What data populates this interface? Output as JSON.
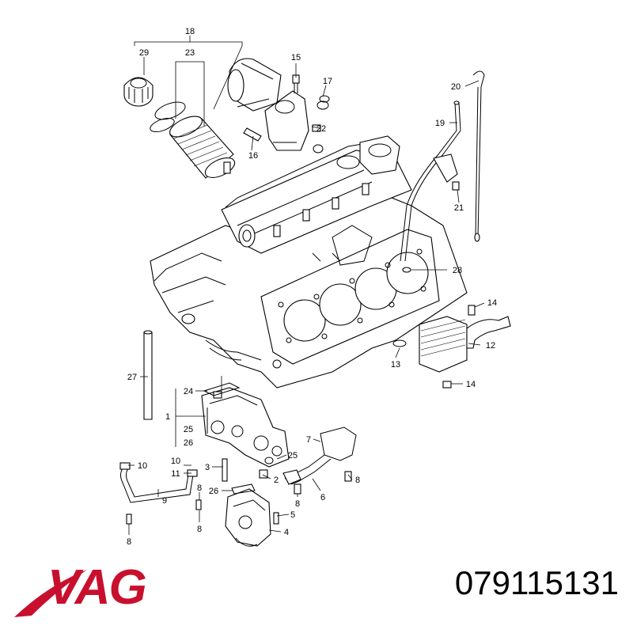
{
  "brand": {
    "name": "VAG",
    "color": "#c8102e"
  },
  "part_number": "079115131",
  "callouts": [
    {
      "id": "c18",
      "text": "18"
    },
    {
      "id": "c29",
      "text": "29"
    },
    {
      "id": "c23",
      "text": "23"
    },
    {
      "id": "c15",
      "text": "15"
    },
    {
      "id": "c17",
      "text": "17"
    },
    {
      "id": "c22",
      "text": "22"
    },
    {
      "id": "c16",
      "text": "16"
    },
    {
      "id": "c20",
      "text": "20"
    },
    {
      "id": "c19",
      "text": "19"
    },
    {
      "id": "c21",
      "text": "21"
    },
    {
      "id": "c28",
      "text": "28"
    },
    {
      "id": "c14a",
      "text": "14"
    },
    {
      "id": "c12",
      "text": "12"
    },
    {
      "id": "c13",
      "text": "13"
    },
    {
      "id": "c14b",
      "text": "14"
    },
    {
      "id": "c27",
      "text": "27"
    },
    {
      "id": "c24",
      "text": "24"
    },
    {
      "id": "c1",
      "text": "1"
    },
    {
      "id": "c25a",
      "text": "25"
    },
    {
      "id": "c26a",
      "text": "26"
    },
    {
      "id": "c7",
      "text": "7"
    },
    {
      "id": "c25b",
      "text": "25"
    },
    {
      "id": "c10a",
      "text": "10"
    },
    {
      "id": "c10b",
      "text": "10"
    },
    {
      "id": "c11",
      "text": "11"
    },
    {
      "id": "c3",
      "text": "3"
    },
    {
      "id": "c2",
      "text": "2"
    },
    {
      "id": "c8a",
      "text": "8"
    },
    {
      "id": "c26b",
      "text": "26"
    },
    {
      "id": "c6",
      "text": "6"
    },
    {
      "id": "c8b",
      "text": "8"
    },
    {
      "id": "c8c",
      "text": "8"
    },
    {
      "id": "c9",
      "text": "9"
    },
    {
      "id": "c5",
      "text": "5"
    },
    {
      "id": "c4",
      "text": "4"
    },
    {
      "id": "c8d",
      "text": "8"
    },
    {
      "id": "c8e",
      "text": "8"
    }
  ]
}
